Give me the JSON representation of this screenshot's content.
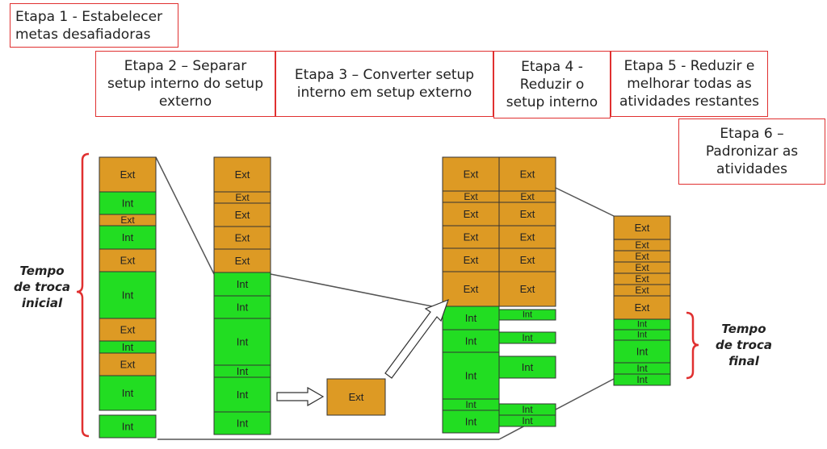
{
  "steps": {
    "s1": "Etapa 1 - Estabelecer\nmetas desafiadoras",
    "s2": "Etapa 2 – Separar\nsetup interno do setup\nexterno",
    "s3": "Etapa 3 – Converter setup\ninterno em setup externo",
    "s4": "Etapa 4 -\nReduzir o\nsetup interno",
    "s5": "Etapa 5 - Reduzir e\nmelhorar todas as\natividades restantes",
    "s6": "Etapa 6 –\nPadronizar as\natividades"
  },
  "labels": {
    "initial": "Tempo\nde troca\ninicial",
    "final": "Tempo\nde troca\nfinal"
  },
  "block_labels": {
    "ext": "Ext",
    "int": "Int"
  },
  "colors": {
    "ext": "#dd9a24",
    "int": "#22dd22",
    "border": "#333333",
    "bracket": "#e03030",
    "step_border": "#e03030"
  }
}
